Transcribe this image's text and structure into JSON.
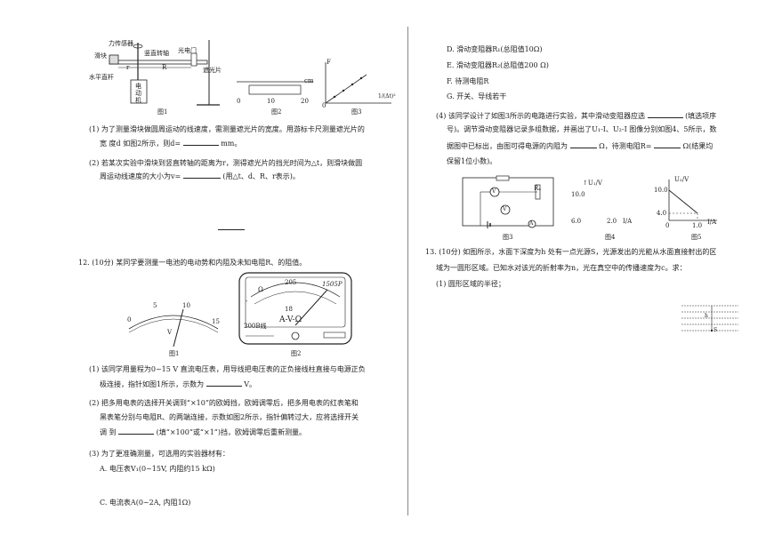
{
  "left": {
    "fig1": {
      "labels": {
        "sensor": "力传感器",
        "axis": "竖直转轴",
        "gate": "光电门",
        "slider": "滑块",
        "rod": "水平直杆",
        "shade": "遮光片",
        "r": "r",
        "R": "R",
        "motor1": "电",
        "motor2": "动",
        "motor3": "机"
      },
      "caption": "图1"
    },
    "fig2": {
      "ticks": [
        "0",
        "10",
        "20"
      ],
      "unit": "cm",
      "caption": "图2"
    },
    "fig3": {
      "ylab": "F",
      "xlab": "1/(Δt)²",
      "zero": "0",
      "caption": "图3"
    },
    "q11": {
      "p1_line1": "(1) 为了测量滑块做圆周运动的线速度，需测量遮光片的宽度。用游标卡尺测量遮光片的",
      "p1_line2": "宽 度d 如图2所示，则d=",
      "p1_unit": "mm。",
      "p2_line1": "(2) 若某次实验中滑块到竖直转轴的距离为r，测得遮光片的挡光时间为△t，则滑块做圆",
      "p2_line2": "周运动线速度的大小为v=",
      "p2_tail": "(用△t、d、R、r表示)。"
    },
    "q12": {
      "intro": "12. (10分) 某同学要测量一电池的电动势和内阻及未知电阻R、的阻值。",
      "meter1": {
        "ticks": [
          "0",
          "5",
          "10",
          "15"
        ],
        "unit": "V",
        "caption": "图1"
      },
      "meter2": {
        "top": "205",
        "label": "1505P",
        "ohm": "Ω",
        "minus": "-",
        "range": "200B线",
        "mode": "A-V-Ω",
        "num": "18",
        "caption": "图2"
      },
      "p1_line1": "(1) 该同学用量程为0~15 V 直流电压表，用导线把电压表的正负接线柱直接与电源正负",
      "p1_line2": "极连接，指针如图1所示，示数为",
      "p1_unit": "V。",
      "p2_line1": "(2) 把多用电表的选择开关调到“×10”的欧姆挡，欧姆调零后，把多用电表的红表笔和",
      "p2_line2": "黑表笔分别与电阻R、的两端连接，示数如图2所示，指针偏转过大，应将选择开关",
      "p2_line3a": "调 到",
      "p2_line3b": "(填“×100”或“×1”)挡，欧姆调零后重新测量。",
      "p3": "(3) 为了更准确测量，可选用的实验器材有：",
      "optA": "A. 电压表V₁(0~15V,     内阻约15 kΩ)",
      "optC": "C. 电流表A(0~2A,     内阻1Ω)"
    }
  },
  "right": {
    "optD": "D. 滑动变阻器R₁(总阻值10Ω)",
    "optE": "E. 滑动变阻器R₂(总阻值200   Ω)",
    "optF": "F. 待测电阻R",
    "optG": "G. 开关、导线若干",
    "p4_line1a": "(4) 该同学设计了如图3所示的电路进行实验，其中滑动变阻器应选",
    "p4_line1b": "(填选项序",
    "p4_line2": "号)。调节滑动变阻器记录多组数据，并画出了U₁-I、U₂-I  图像分别如图4、5所示，数",
    "p4_line3a": "据图中已标出，由图可得电源的内阻为",
    "p4_line3b": "Ω，待测电阻R=",
    "p4_line3c": "Ω(结果均",
    "p4_line4": "保留1位小数)。",
    "fig3": {
      "v1": "V",
      "v2": "V",
      "a": "A",
      "rx": "Rₓ",
      "caption": "图3"
    },
    "fig4": {
      "ylab": "↑U₁/V",
      "y1": "10.0",
      "y2": "6.0",
      "x1": "2.0",
      "xu": "I/A",
      "caption": "图4"
    },
    "fig5": {
      "ylab": "U₂/V",
      "y1": "10.0",
      "y2": "4.0",
      "x0": "0",
      "x1": "1.0",
      "xu": "I/A",
      "caption": "图5"
    },
    "q13_line1": "13. (10分) 如图所示，水面下深度为h 处有一点光源S，光源发出的光能从水面直接射出的区",
    "q13_line2": "域为一圆形区域。已知水对该光的折射率为n，光在真空中的传播速度为c。求：",
    "q13_p1": "(1) 圆形区域的半径；",
    "q13_fig": {
      "h": "h",
      "s": "S"
    }
  }
}
